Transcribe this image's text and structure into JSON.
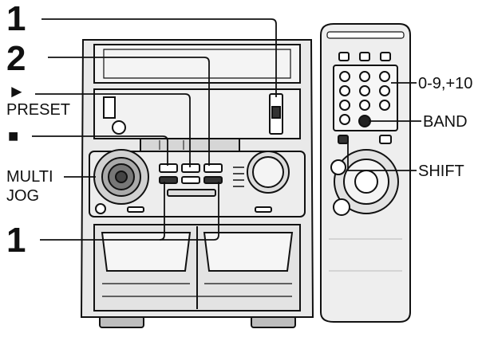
{
  "labels": {
    "step_1_top": "1",
    "step_2": "2",
    "play_symbol": "►",
    "preset": "PRESET",
    "stop_symbol": "■",
    "multi": "MULTI",
    "jog": "JOG",
    "step_1_bottom": "1",
    "numeric_keys": "0-9,+10",
    "band": "BAND",
    "shift": "SHIFT"
  },
  "icons": {
    "stereo": "mini-stereo-system-illustration",
    "remote": "remote-control-illustration"
  },
  "colors": {
    "ink": "#111111",
    "unit_body": "#e9e9e9",
    "unit_dark": "#bdbdbd",
    "background": "#ffffff"
  }
}
